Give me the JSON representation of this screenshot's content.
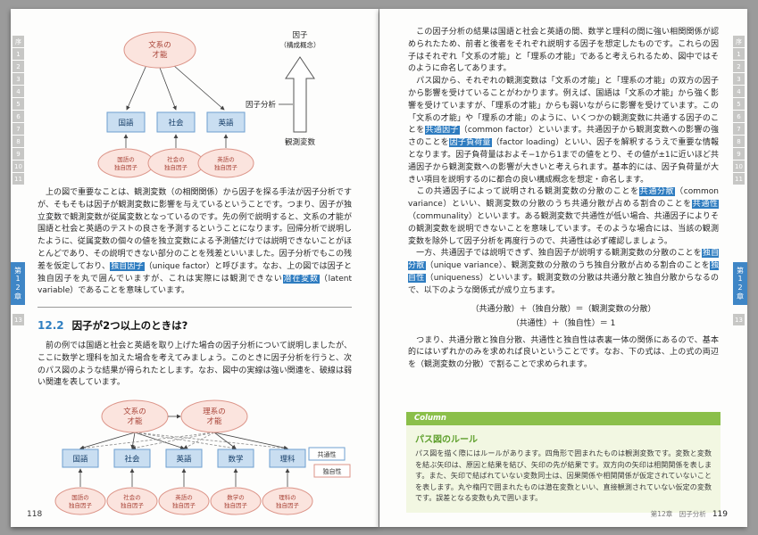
{
  "tabs": {
    "before": [
      "序",
      "1",
      "2",
      "3",
      "4",
      "5",
      "6",
      "7",
      "8",
      "9",
      "10",
      "11"
    ],
    "active": "第12章",
    "after": [
      "13"
    ]
  },
  "left": {
    "diagram1": {
      "factor": [
        "文系の",
        "才能"
      ],
      "observed": [
        "国語",
        "社会",
        "英語"
      ],
      "unique": [
        [
          "国語の",
          "独自因子"
        ],
        [
          "社会の",
          "独自因子"
        ],
        [
          "英語の",
          "独自因子"
        ]
      ],
      "label_factor_line1": "因子",
      "label_factor_line2": "（構成概念）",
      "label_analysis": "因子分析",
      "label_observed": "観測変数"
    },
    "para1": [
      {
        "t": "　上の図で重要なことは、観測変数（の相関関係）から因子を探る手法が因子分析ですが、そもそもは因子が観測変数に影響を与えているということです。つまり、因子が独立変数で観測変数が従属変数となっているのです。先の例で説明すると、文系の才能が国語と社会と英語のテストの良さを予測するということになります。回帰分析で説明したように、従属変数の個々の値を独立変数による予測値だけでは説明できないことがほとんどであり、その説明できない部分のことを残差といいました。因子分析でもこの残差を仮定しており、"
      },
      {
        "t": "独自因子",
        "h": true
      },
      {
        "t": "（unique factor）と呼びます。なお、上の図では因子と独自因子を丸で囲んでいますが、これは実際には観測できない"
      },
      {
        "t": "潜在変数",
        "h": true
      },
      {
        "t": "（latent variable）であることを意味しています。"
      }
    ],
    "section": {
      "number": "12.2",
      "title": "因子が2つ以上のときは?"
    },
    "para2": "　前の例では国語と社会と英語を取り上げた場合の因子分析について説明しましたが、ここに数学と理科を加えた場合を考えてみましょう。このときに因子分析を行うと、次のパス図のような結果が得られたとします。なお、図中の実線は強い関連を、破線は弱い関連を表しています。",
    "diagram2": {
      "factors": [
        [
          "文系の",
          "才能"
        ],
        [
          "理系の",
          "才能"
        ]
      ],
      "observed": [
        "国語",
        "社会",
        "英語",
        "数学",
        "理科"
      ],
      "unique": [
        [
          "国語の",
          "独自因子"
        ],
        [
          "社会の",
          "独自因子"
        ],
        [
          "英語の",
          "独自因子"
        ],
        [
          "数学の",
          "独自因子"
        ],
        [
          "理科の",
          "独自因子"
        ]
      ],
      "legend_common": "共通性",
      "legend_unique": "独自性"
    },
    "page_number": "118"
  },
  "right": {
    "para1": [
      {
        "t": "　この因子分析の結果は国語と社会と英語の間、数学と理科の間に強い相関関係が認められたため、前者と後者をそれぞれ説明する因子を想定したものです。これらの因子はそれぞれ「文系の才能」と「理系の才能」であると考えられるため、図中ではそのように命名してあります。"
      }
    ],
    "para2": [
      {
        "t": "　パス図から、それぞれの観測変数は「文系の才能」と「理系の才能」の双方の因子から影響を受けていることがわかります。例えば、国語は「文系の才能」から強く影響を受けていますが、「理系の才能」からも弱いながらに影響を受けています。この「文系の才能」や「理系の才能」のように、いくつかの観測変数に共通する因子のことを"
      },
      {
        "t": "共通因子",
        "h": true
      },
      {
        "t": "（common factor）といいます。共通因子から観測変数への影響の強さのことを"
      },
      {
        "t": "因子負荷量",
        "h": true
      },
      {
        "t": "（factor loading）といい、因子を解釈するうえで重要な情報となります。因子負荷量はおよそ−1から1までの値をとり、その値が±1に近いほど共通因子から観測変数への影響が大きいと考えられます。基本的には、因子負荷量が大きい項目を説明するのに都合の良い構成概念を想定・命名します。"
      }
    ],
    "para3": [
      {
        "t": "　この共通因子によって説明される観測変数の分散のことを"
      },
      {
        "t": "共通分散",
        "h": true
      },
      {
        "t": "（common variance）といい、観測変数の分散のうち共通分散が占める割合のことを"
      },
      {
        "t": "共通性",
        "h": true
      },
      {
        "t": "（communality）といいます。ある観測変数で共通性が低い場合、共通因子によりその観測変数を説明できないことを意味しています。そのような場合には、当該の観測変数を除外して因子分析を再度行うので、共通性は必ず確認しましょう。"
      }
    ],
    "para4": [
      {
        "t": "　一方、共通因子では説明できず、独自因子が説明する観測変数の分散のことを"
      },
      {
        "t": "独自分散",
        "h": true
      },
      {
        "t": "（unique variance）、観測変数の分散のうち独自分散が占める割合のことを"
      },
      {
        "t": "独自性",
        "h": true
      },
      {
        "t": "（uniqueness）といいます。観測変数の分散は共通分散と独自分散からなるので、以下のような関係式が成り立ちます。"
      }
    ],
    "equation1": "（共通分散）＋（独自分散）＝（観測変数の分散）",
    "equation2": "（共通性）＋（独自性）＝ 1",
    "para5": "　つまり、共通分散と独自分散、共通性と独自性は表裏一体の関係にあるので、基本的にはいずれかのみを求めれば良いということです。なお、下の式は、上の式の両辺を（観測変数の分散）で割ることで求められます。",
    "column": {
      "header": "Column",
      "title": "パス図のルール",
      "body": "パス図を描く際にはルールがあります。四角形で囲まれたものは観測変数です。変数と変数を結ぶ矢印は、原因と結果を結び、矢印の先が結果です。双方向の矢印は相関関係を表します。また、矢印で結ばれていない変数同士は、因果関係や相関関係が仮定されていないことを表します。丸や楕円で囲まれたものは潜在変数といい、直接観測されていない仮定の変数です。誤差となる変数も丸で囲います。"
    },
    "footer_chapter": "第12章　因子分析",
    "page_number": "119"
  }
}
